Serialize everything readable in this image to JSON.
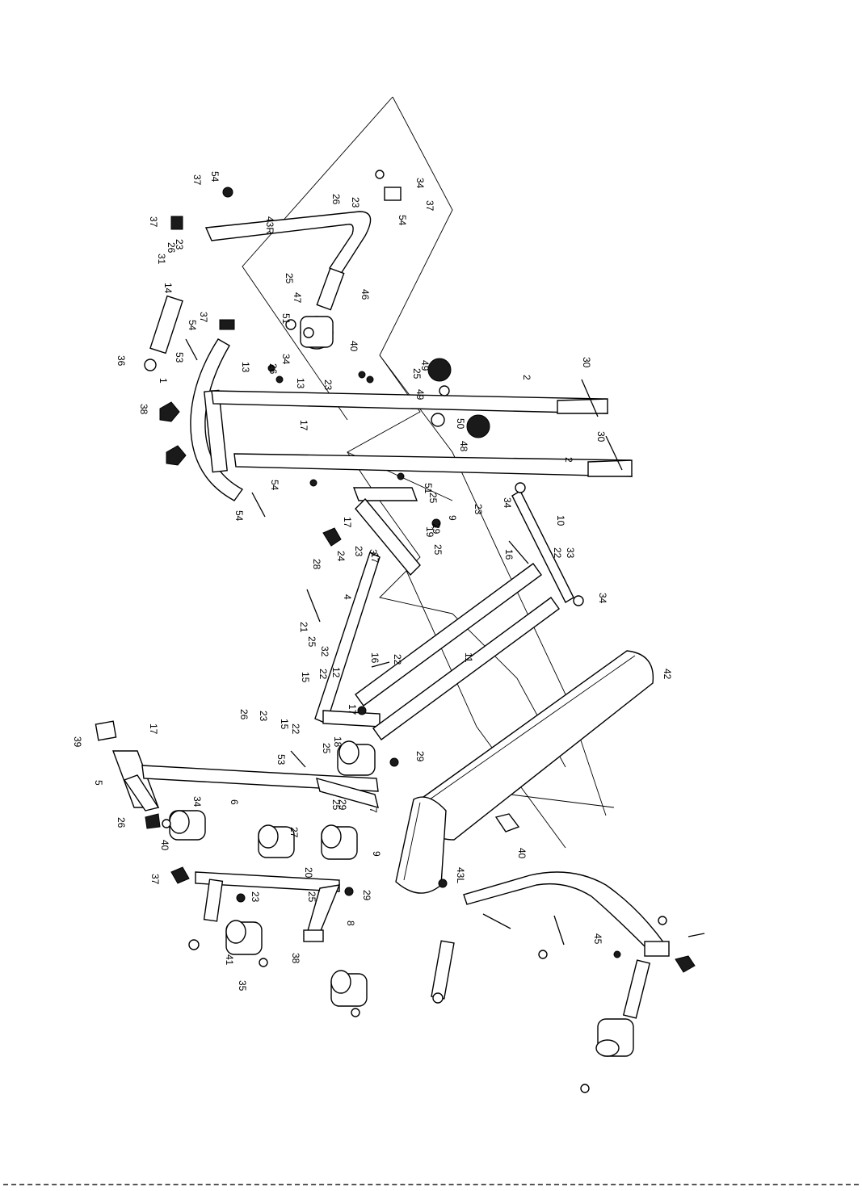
{
  "part_labels": [
    {
      "text": "1"
    },
    {
      "text": "2"
    },
    {
      "text": "2"
    },
    {
      "text": "3"
    },
    {
      "text": "4"
    },
    {
      "text": "5"
    },
    {
      "text": "6"
    },
    {
      "text": "7"
    },
    {
      "text": "8"
    },
    {
      "text": "9"
    },
    {
      "text": "9"
    },
    {
      "text": "10"
    },
    {
      "text": "11"
    },
    {
      "text": "12"
    },
    {
      "text": "13"
    },
    {
      "text": "13"
    },
    {
      "text": "14"
    },
    {
      "text": "15"
    },
    {
      "text": "15"
    },
    {
      "text": "16"
    },
    {
      "text": "16"
    },
    {
      "text": "17"
    },
    {
      "text": "17"
    },
    {
      "text": "17"
    },
    {
      "text": "17"
    },
    {
      "text": "17"
    },
    {
      "text": "18"
    },
    {
      "text": "19"
    },
    {
      "text": "20"
    },
    {
      "text": "21"
    },
    {
      "text": "22"
    },
    {
      "text": "22"
    },
    {
      "text": "22"
    },
    {
      "text": "22"
    },
    {
      "text": "23"
    },
    {
      "text": "23"
    },
    {
      "text": "23"
    },
    {
      "text": "23"
    },
    {
      "text": "23"
    },
    {
      "text": "23"
    },
    {
      "text": "23"
    },
    {
      "text": "24"
    },
    {
      "text": "25"
    },
    {
      "text": "25"
    },
    {
      "text": "25"
    },
    {
      "text": "25"
    },
    {
      "text": "25"
    },
    {
      "text": "25"
    },
    {
      "text": "25"
    },
    {
      "text": "25"
    },
    {
      "text": "26"
    },
    {
      "text": "26"
    },
    {
      "text": "26"
    },
    {
      "text": "26"
    },
    {
      "text": "26"
    },
    {
      "text": "27"
    },
    {
      "text": "28"
    },
    {
      "text": "29"
    },
    {
      "text": "29"
    },
    {
      "text": "29"
    },
    {
      "text": "29"
    },
    {
      "text": "30"
    },
    {
      "text": "30"
    },
    {
      "text": "31"
    },
    {
      "text": "32"
    },
    {
      "text": "33"
    },
    {
      "text": "34"
    },
    {
      "text": "34"
    },
    {
      "text": "34"
    },
    {
      "text": "34"
    },
    {
      "text": "34"
    },
    {
      "text": "35"
    },
    {
      "text": "36"
    },
    {
      "text": "37"
    },
    {
      "text": "37"
    },
    {
      "text": "37"
    },
    {
      "text": "37"
    },
    {
      "text": "37"
    },
    {
      "text": "38"
    },
    {
      "text": "38"
    },
    {
      "text": "39"
    },
    {
      "text": "40"
    },
    {
      "text": "40"
    },
    {
      "text": "40"
    },
    {
      "text": "41"
    },
    {
      "text": "42"
    },
    {
      "text": "43L"
    },
    {
      "text": "43R"
    },
    {
      "text": "45"
    },
    {
      "text": "46"
    },
    {
      "text": "47"
    },
    {
      "text": "48"
    },
    {
      "text": "49"
    },
    {
      "text": "49"
    },
    {
      "text": "50"
    },
    {
      "text": "51"
    },
    {
      "text": "51"
    },
    {
      "text": "53"
    },
    {
      "text": "53"
    },
    {
      "text": "54"
    },
    {
      "text": "54"
    },
    {
      "text": "54"
    },
    {
      "text": "54"
    },
    {
      "text": "54"
    }
  ]
}
